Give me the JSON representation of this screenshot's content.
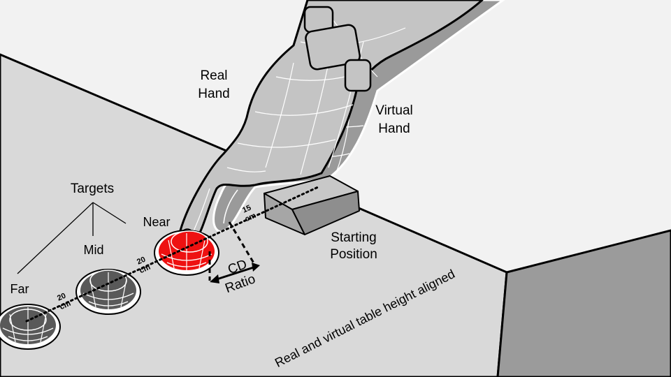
{
  "labels": {
    "real_hand_1": "Real",
    "real_hand_2": "Hand",
    "virtual_hand_1": "Virtual",
    "virtual_hand_2": "Hand",
    "targets": "Targets",
    "near": "Near",
    "mid": "Mid",
    "far": "Far",
    "starting_1": "Starting",
    "starting_2": "Position",
    "cd_1": "CD",
    "cd_2": "Ratio",
    "dist_15": "15",
    "dist_15_unit": "cm",
    "dist_20a": "20",
    "dist_20a_unit": "cm",
    "dist_20b": "20",
    "dist_20b_unit": "cm",
    "table_note": "Real and virtual table height aligned"
  },
  "colors": {
    "background": "#f2f2f2",
    "table_top": "#d9d9d9",
    "table_side": "#9b9b9b",
    "target_near": "#ee1111",
    "target_other": "#595959",
    "hand": "#c4c4c4",
    "starting_block": "#b3b3b3"
  }
}
